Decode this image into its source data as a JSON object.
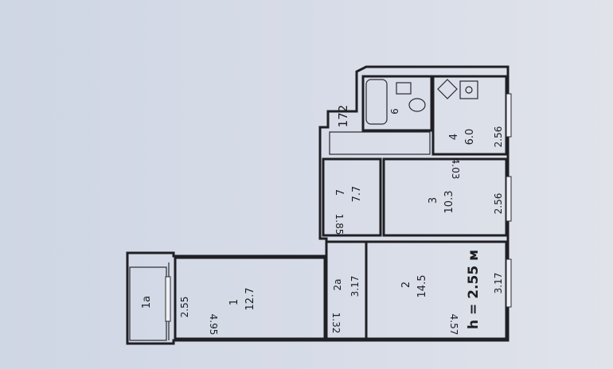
{
  "plan": {
    "height_label": "h = 2.55 м",
    "dimension_172": "172",
    "rooms": [
      {
        "id": "1a",
        "number": "1а",
        "width": "2.55",
        "area": ""
      },
      {
        "id": "1",
        "number": "1",
        "area": "12.7",
        "dim": "4.95"
      },
      {
        "id": "2a",
        "number": "2а",
        "area": "",
        "dim_a": "3.17",
        "dim_b": "1.32"
      },
      {
        "id": "2",
        "number": "2",
        "area": "14.5",
        "dim_a": "4.57",
        "dim_b": "3.17"
      },
      {
        "id": "7",
        "number": "7",
        "area": "7.7",
        "dim": "1.85"
      },
      {
        "id": "3",
        "number": "3",
        "area": "10.3",
        "dim_a": "4.03",
        "dim_b": "2.56"
      },
      {
        "id": "6",
        "number": "6",
        "area": ""
      },
      {
        "id": "4",
        "number": "4",
        "area": "6.0",
        "dim": "2.56"
      }
    ]
  },
  "colors": {
    "background": "#d3d9e6",
    "wall": "#1f1f24",
    "paper": "#e0e3ea"
  }
}
